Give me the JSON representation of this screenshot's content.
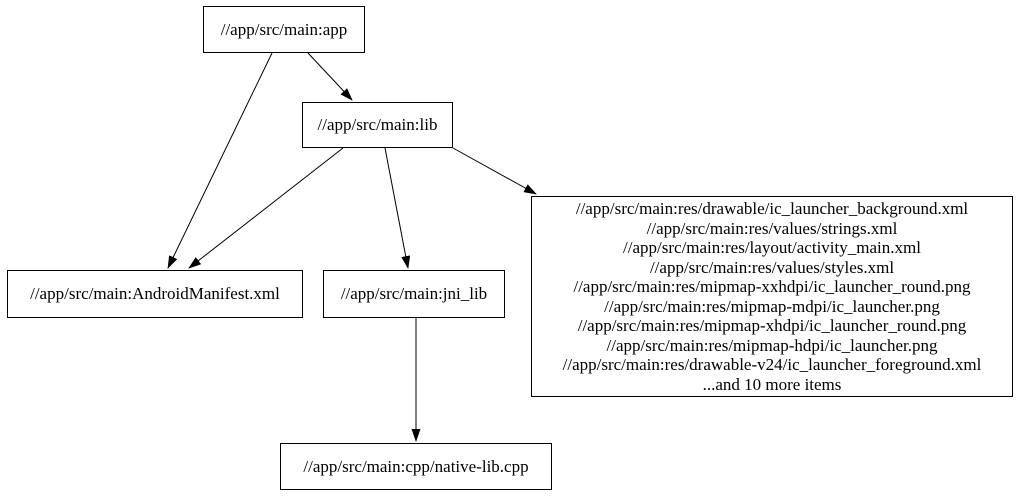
{
  "graph": {
    "background_color": "#ffffff",
    "stroke_color": "#000000",
    "nodes": {
      "app": {
        "label": "//app/src/main:app"
      },
      "lib": {
        "label": "//app/src/main:lib"
      },
      "manifest": {
        "label": "//app/src/main:AndroidManifest.xml"
      },
      "jni_lib": {
        "label": "//app/src/main:jni_lib"
      },
      "native_lib": {
        "label": "//app/src/main:cpp/native-lib.cpp"
      },
      "res_group": {
        "lines": [
          "//app/src/main:res/drawable/ic_launcher_background.xml",
          "//app/src/main:res/values/strings.xml",
          "//app/src/main:res/layout/activity_main.xml",
          "//app/src/main:res/values/styles.xml",
          "//app/src/main:res/mipmap-xxhdpi/ic_launcher_round.png",
          "//app/src/main:res/mipmap-mdpi/ic_launcher.png",
          "//app/src/main:res/mipmap-xhdpi/ic_launcher_round.png",
          "//app/src/main:res/mipmap-hdpi/ic_launcher.png",
          "//app/src/main:res/drawable-v24/ic_launcher_foreground.xml",
          "...and 10 more items"
        ]
      }
    },
    "edges": [
      {
        "from": "//app/src/main:app",
        "to": "//app/src/main:lib"
      },
      {
        "from": "//app/src/main:app",
        "to": "//app/src/main:AndroidManifest.xml"
      },
      {
        "from": "//app/src/main:lib",
        "to": "//app/src/main:AndroidManifest.xml"
      },
      {
        "from": "//app/src/main:lib",
        "to": "//app/src/main:jni_lib"
      },
      {
        "from": "//app/src/main:lib",
        "to": "res-group"
      },
      {
        "from": "//app/src/main:jni_lib",
        "to": "//app/src/main:cpp/native-lib.cpp"
      }
    ]
  }
}
